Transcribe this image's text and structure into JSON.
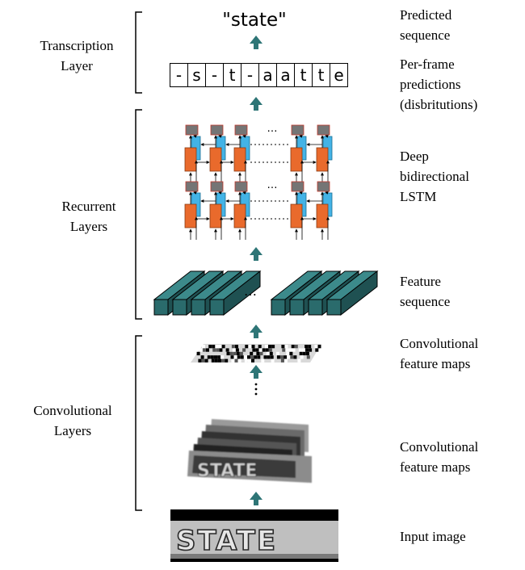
{
  "left_labels": {
    "transcription": [
      "Transcription",
      "Layer"
    ],
    "recurrent": [
      "Recurrent",
      "Layers"
    ],
    "convolutional": [
      "Convolutional",
      "Layers"
    ]
  },
  "right_labels": {
    "predicted_sequence": [
      "Predicted",
      "sequence"
    ],
    "per_frame": [
      "Per-frame",
      "predictions",
      "(disbritutions)"
    ],
    "deep_lstm": [
      "Deep",
      "bidirectional",
      "LSTM"
    ],
    "feature_sequence": [
      "Feature",
      "sequence"
    ],
    "conv_maps_top": [
      "Convolutional",
      "feature maps"
    ],
    "conv_maps_bottom": [
      "Convolutional",
      "feature maps"
    ],
    "input_image": [
      "Input image"
    ]
  },
  "predicted_text": "\"state\"",
  "frame_predictions": [
    "-",
    "s",
    "-",
    "t",
    "-",
    "a",
    "a",
    "t",
    "t",
    "e"
  ],
  "ellipsis": "…",
  "input_word": "STATE",
  "colors": {
    "arrow": "#2e7576",
    "lstm_fwd": "#e96a2c",
    "lstm_bwd": "#43b3e6",
    "lstm_out": "#757575",
    "lstm_out_border": "#c0392b",
    "feature_block": "#2a6b6c"
  }
}
